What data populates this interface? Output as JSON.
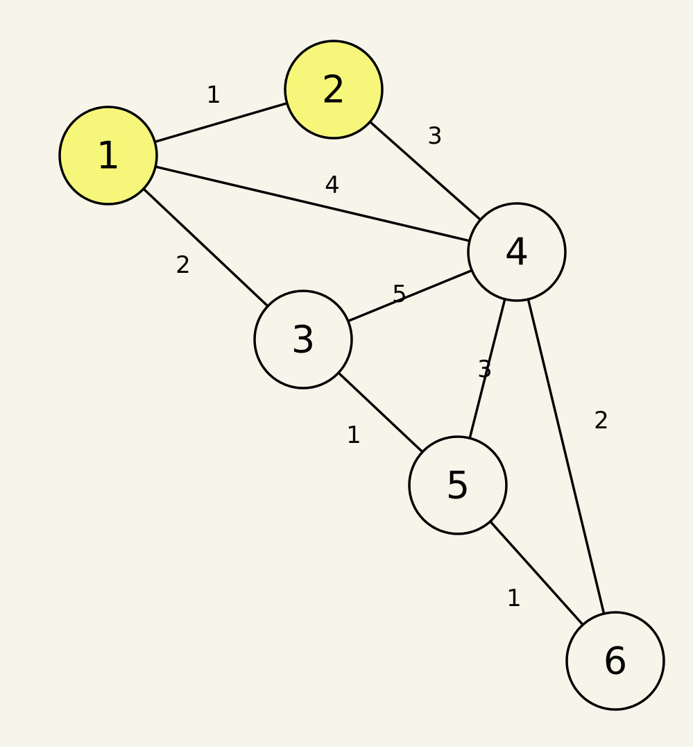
{
  "colors": {
    "background": "#f7f5ea",
    "highlight_fill": "#f6f77a",
    "default_fill": "#f7f5ea",
    "stroke": "#000000"
  },
  "nodes": [
    {
      "id": "1",
      "label": "1",
      "highlighted": true
    },
    {
      "id": "2",
      "label": "2",
      "highlighted": true
    },
    {
      "id": "3",
      "label": "3",
      "highlighted": false
    },
    {
      "id": "4",
      "label": "4",
      "highlighted": false
    },
    {
      "id": "5",
      "label": "5",
      "highlighted": false
    },
    {
      "id": "6",
      "label": "6",
      "highlighted": false
    }
  ],
  "edges": [
    {
      "from": "1",
      "to": "2",
      "weight": "1"
    },
    {
      "from": "1",
      "to": "4",
      "weight": "4"
    },
    {
      "from": "1",
      "to": "3",
      "weight": "2"
    },
    {
      "from": "2",
      "to": "4",
      "weight": "3"
    },
    {
      "from": "3",
      "to": "4",
      "weight": "5"
    },
    {
      "from": "3",
      "to": "5",
      "weight": "1"
    },
    {
      "from": "4",
      "to": "5",
      "weight": "3"
    },
    {
      "from": "4",
      "to": "6",
      "weight": "2"
    },
    {
      "from": "5",
      "to": "6",
      "weight": "1"
    }
  ]
}
